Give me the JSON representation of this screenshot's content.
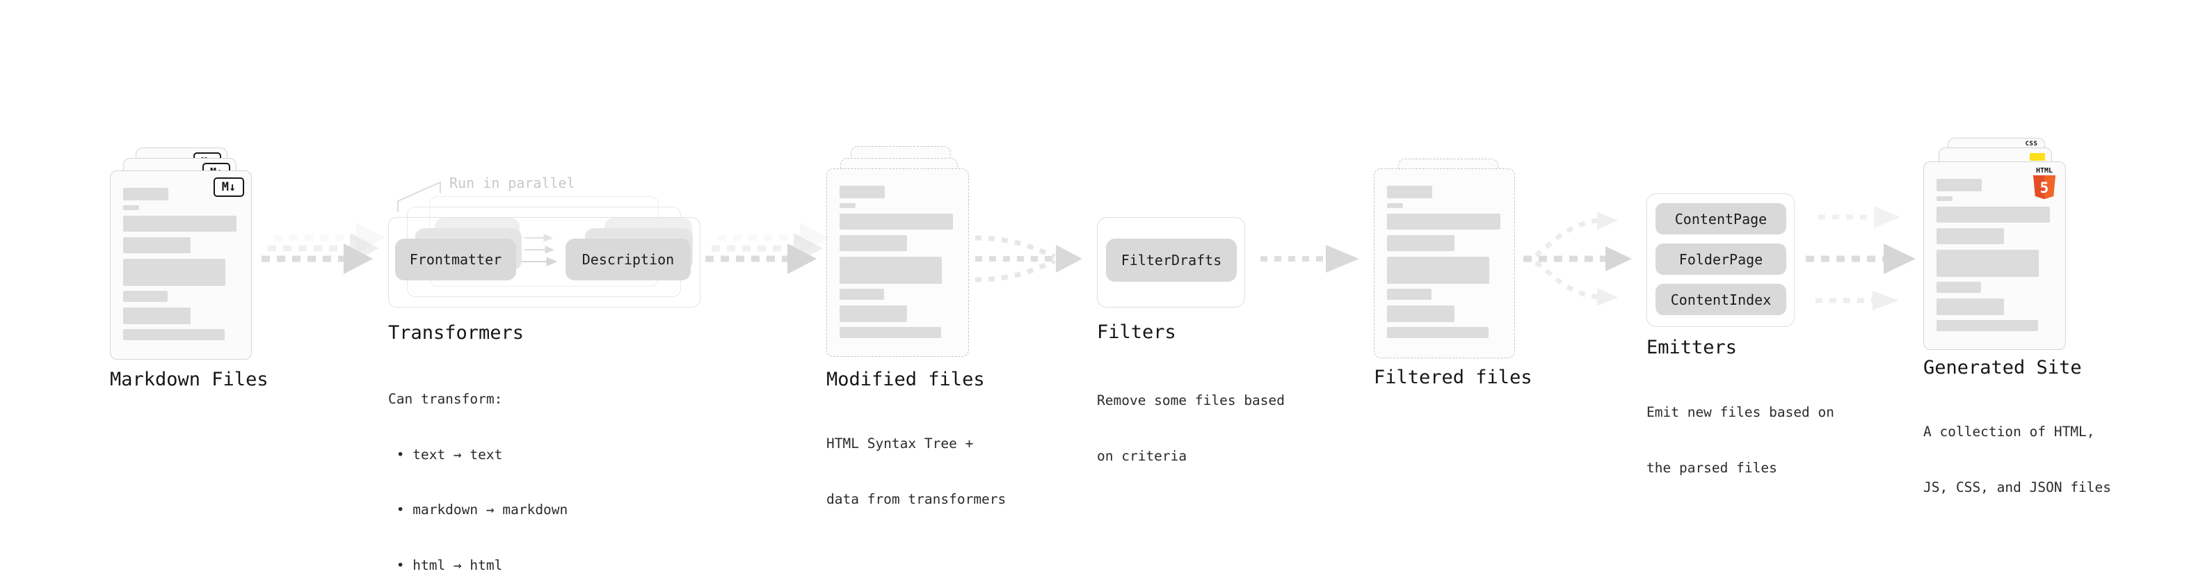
{
  "colors": {
    "heading_text": "#161616",
    "note_text": "#2b2b2b",
    "callout_muted": "#c8c8c8",
    "card_border": "#d5d5d5",
    "dashed_border": "#c7c7c7",
    "card_bg": "#fbfbfb",
    "chip_fill": "#d9d9d9",
    "arrow_gray": "#dcdcdc",
    "html5_orange": "#e44d26",
    "html5_orange_light": "#f16529",
    "js_yellow": "#ffdf1b",
    "css_blue": "#2a65f2"
  },
  "doc_line_pattern": [
    {
      "w": 65,
      "h": 18,
      "mb": 7
    },
    {
      "w": 23,
      "h": 7,
      "mb": 8
    },
    {
      "w": 163,
      "h": 23,
      "mb": 8
    },
    {
      "w": 97,
      "h": 23,
      "mb": 8
    },
    {
      "w": 147,
      "h": 39,
      "mb": 7
    },
    {
      "w": 64,
      "h": 16,
      "mb": 8
    },
    {
      "w": 97,
      "h": 24,
      "mb": 7
    },
    {
      "w": 146,
      "h": 16,
      "mb": 0
    }
  ],
  "sections": [
    {
      "id": "markdown-files",
      "title": "Markdown Files",
      "badge": "M↓"
    },
    {
      "id": "transformers",
      "title": "Transformers",
      "callout": "Run in parallel",
      "plugins": [
        "Frontmatter",
        "Description"
      ],
      "notes": [
        "Can transform:",
        " • text → text",
        " • markdown → markdown",
        " • html → html"
      ]
    },
    {
      "id": "modified-files",
      "title": "Modified files",
      "notes": [
        "HTML Syntax Tree +",
        "data from transformers"
      ]
    },
    {
      "id": "filters",
      "title": "Filters",
      "plugins": [
        "FilterDrafts"
      ],
      "notes": [
        "Remove some files based",
        "on criteria"
      ]
    },
    {
      "id": "filtered-files",
      "title": "Filtered files",
      "notes": []
    },
    {
      "id": "emitters",
      "title": "Emitters",
      "plugins": [
        "ContentPage",
        "FolderPage",
        "ContentIndex"
      ],
      "notes": [
        "Emit new files based on",
        "the parsed files"
      ]
    },
    {
      "id": "generated-site",
      "title": "Generated Site",
      "badges": {
        "css_label": "CSS",
        "html_label": "HTML",
        "html_number": "5"
      },
      "notes": [
        "A collection of HTML,",
        "JS, CSS, and JSON files"
      ]
    }
  ]
}
